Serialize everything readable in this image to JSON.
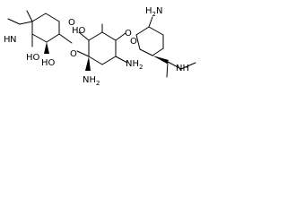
{
  "molecule": {
    "labels": {
      "methylamino_left": "N",
      "methylamino_left_h": "H",
      "ring1_oxygen": "O",
      "oh_upper": "HO",
      "oh_lower": "HO",
      "glycosidic_o_left": "O",
      "glycosidic_o_right": "O",
      "oh_middle": "HO",
      "amine_bottom_left": "NH",
      "amine_bottom_left_sub": "2",
      "amine_middle_right": "NH",
      "amine_middle_right_sub": "2",
      "ring3_oxygen": "O",
      "amine_top_right": "H",
      "amine_top_right_sub": "2",
      "amine_top_right_n": "N",
      "methylamino_right": "NH"
    }
  }
}
